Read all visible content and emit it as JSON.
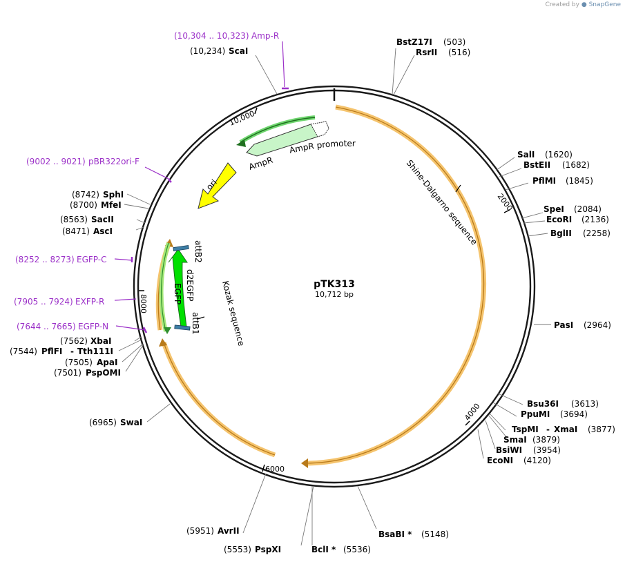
{
  "credit": {
    "prefix": "Created by",
    "brand": "SnapGene"
  },
  "plasmid": {
    "name": "pTK313",
    "size": "10,712 bp"
  },
  "ticks": [
    "2000",
    "4000",
    "6000",
    "8000",
    "10,000"
  ],
  "sites": [
    {
      "name": "BstZ17I",
      "pos": "(503)"
    },
    {
      "name": "RsrII",
      "pos": "(516)"
    },
    {
      "name": "SalI",
      "pos": "(1620)"
    },
    {
      "name": "BstEII",
      "pos": "(1682)"
    },
    {
      "name": "PflMI",
      "pos": "(1845)"
    },
    {
      "name": "SpeI",
      "pos": "(2084)"
    },
    {
      "name": "EcoRI",
      "pos": "(2136)"
    },
    {
      "name": "BglII",
      "pos": "(2258)"
    },
    {
      "name": "PasI",
      "pos": "(2964)"
    },
    {
      "name": "Bsu36I",
      "pos": "(3613)"
    },
    {
      "name": "PpuMI",
      "pos": "(3694)"
    },
    {
      "name": "TspMI",
      "pos": "(3877)",
      "extra": "XmaI"
    },
    {
      "name": "SmaI",
      "pos": "(3879)"
    },
    {
      "name": "BsiWI",
      "pos": "(3954)"
    },
    {
      "name": "EcoNI",
      "pos": "(4120)"
    },
    {
      "name": "BsaBI *",
      "pos": "(5148)"
    },
    {
      "name": "BclI *",
      "pos": "(5536)"
    },
    {
      "name": "PspXI",
      "pos": "(5553)"
    },
    {
      "name": "AvrII",
      "pos": "(5951)"
    },
    {
      "name": "SwaI",
      "pos": "(6965)"
    },
    {
      "name": "PspOMI",
      "pos": "(7501)"
    },
    {
      "name": "ApaI",
      "pos": "(7505)"
    },
    {
      "name": "PflFI",
      "pos": "(7544)",
      "extra": "Tth111I"
    },
    {
      "name": "XbaI",
      "pos": "(7562)"
    },
    {
      "name": "AscI",
      "pos": "(8471)"
    },
    {
      "name": "SacII",
      "pos": "(8563)"
    },
    {
      "name": "MfeI",
      "pos": "(8700)"
    },
    {
      "name": "SphI",
      "pos": "(8742)"
    },
    {
      "name": "ScaI",
      "pos": "(10,234)"
    }
  ],
  "primers": [
    {
      "range": "(10,304 .. 10,323)",
      "name": "Amp-R"
    },
    {
      "range": "(9002 .. 9021)",
      "name": "pBR322ori-F"
    },
    {
      "range": "(8252 .. 8273)",
      "name": "EGFP-C"
    },
    {
      "range": "(7905 .. 7924)",
      "name": "EXFP-R"
    },
    {
      "range": "(7644 .. 7665)",
      "name": "EGFP-N"
    }
  ],
  "features": {
    "shine_dalgarno": "Shine-Dalgarno sequence",
    "ampr_promoter": "AmpR promoter",
    "ampr": "AmpR",
    "ori": "ori",
    "attb2": "attB2",
    "d2egfp": "d2EGFP",
    "egfp": "EGFP",
    "attb1": "attB1",
    "kozak": "Kozak sequence"
  },
  "colors": {
    "backbone": "#1a1a1a",
    "orf_outline": "#f5c46e",
    "orf_inner": "#b87a1a",
    "ampr_fill": "#c8f5c8",
    "ori_fill": "#ffff00",
    "egfp_fill": "#00e000",
    "att_fill": "#3d7fa6",
    "primer": "#9b30c8"
  }
}
